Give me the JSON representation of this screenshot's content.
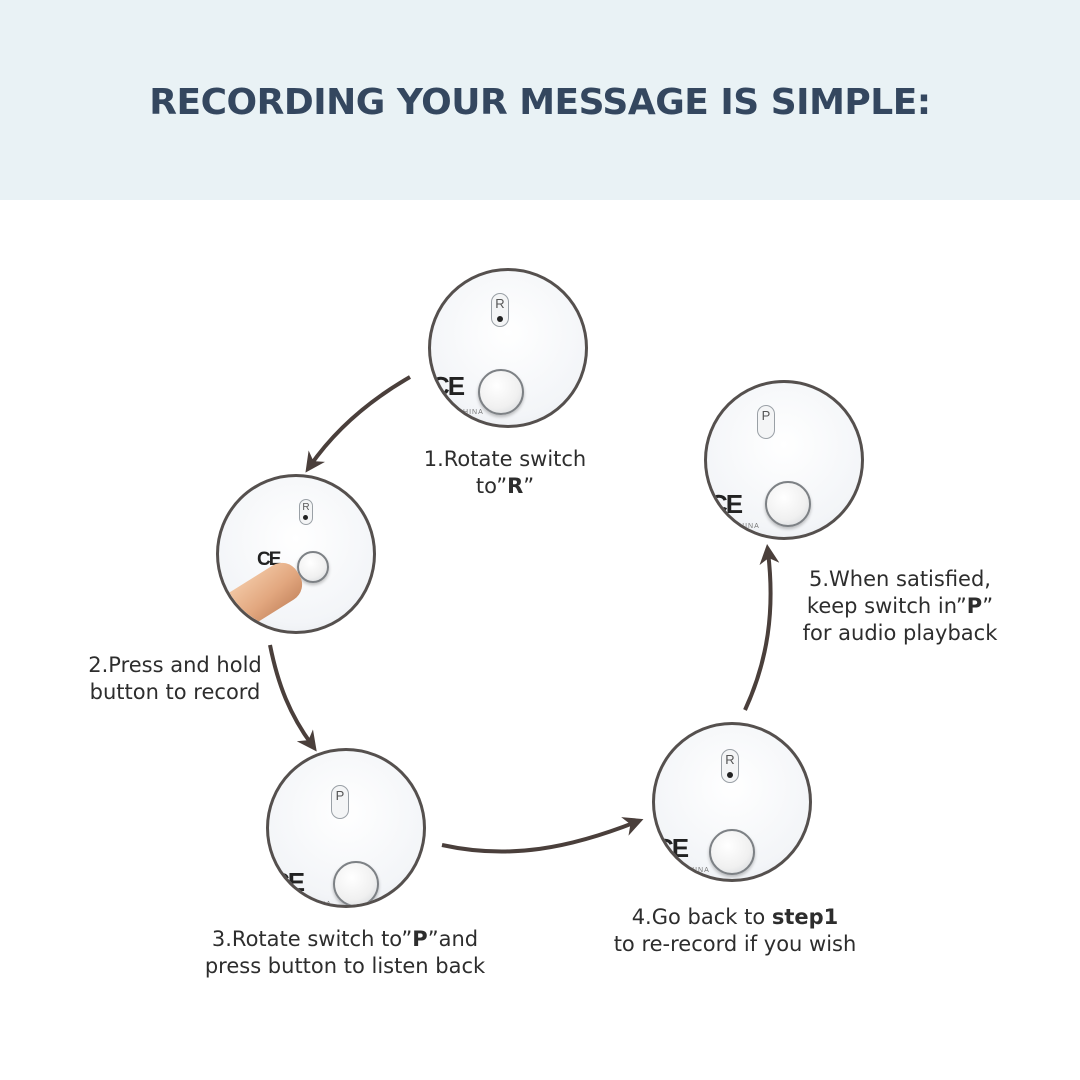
{
  "header": {
    "title": "RECORDING YOUR MESSAGE IS SIMPLE:",
    "background": "#e9f2f5",
    "title_color": "#34475f"
  },
  "device": {
    "ce_mark": "CE",
    "made_in": "CHINA"
  },
  "steps": [
    {
      "switch_letter": "R",
      "label_line1": "1.Rotate switch",
      "label_line2_prefix": "to”",
      "label_line2_bold": "R",
      "label_line2_suffix": "”"
    },
    {
      "switch_letter": "R",
      "label_line1": "2.Press and hold",
      "label_line2": "button to record"
    },
    {
      "switch_letter": "P",
      "label_line1_prefix": "3.Rotate switch to”",
      "label_line1_bold": "P",
      "label_line1_suffix": "”and",
      "label_line2": "press button to listen back"
    },
    {
      "switch_letter": "R",
      "label_line1_prefix": "4.Go back to ",
      "label_line1_bold": "step1",
      "label_line2": "to re-record if you wish"
    },
    {
      "switch_letter": "P",
      "label_line1": "5.When satisfied,",
      "label_line2_prefix": "keep switch in”",
      "label_line2_bold": "P",
      "label_line2_suffix": "”",
      "label_line3": "for audio playback"
    }
  ],
  "colors": {
    "arrow": "#4a3f3b",
    "circle_border": "#55504e",
    "text": "#2d2d2d"
  }
}
